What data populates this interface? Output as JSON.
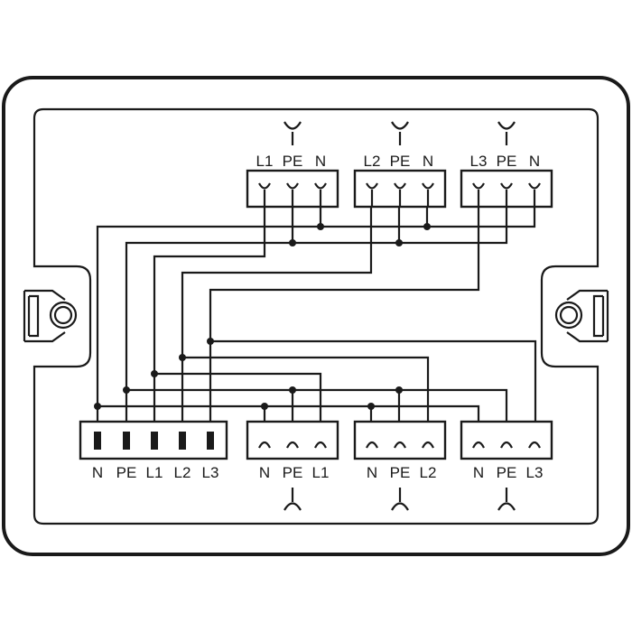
{
  "colors": {
    "line": "#1a1a1a",
    "background": "#ffffff"
  },
  "top_sockets": [
    {
      "labels": [
        "L1",
        "PE",
        "N"
      ],
      "icon": "socket-icon"
    },
    {
      "labels": [
        "L2",
        "PE",
        "N"
      ],
      "icon": "socket-icon"
    },
    {
      "labels": [
        "L3",
        "PE",
        "N"
      ],
      "icon": "socket-icon"
    }
  ],
  "input_connector": {
    "labels": [
      "N",
      "PE",
      "L1",
      "L2",
      "L3"
    ]
  },
  "bottom_sockets": [
    {
      "labels": [
        "N",
        "PE",
        "L1"
      ],
      "icon": "plug-icon"
    },
    {
      "labels": [
        "N",
        "PE",
        "L2"
      ],
      "icon": "plug-icon"
    },
    {
      "labels": [
        "N",
        "PE",
        "L3"
      ],
      "icon": "plug-icon"
    }
  ]
}
